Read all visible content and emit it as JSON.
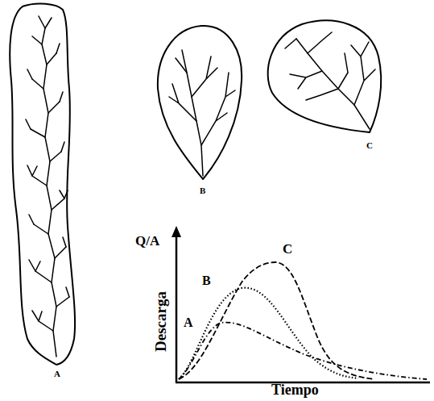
{
  "diagram": {
    "labels": [
      "B",
      "C",
      "A",
      "Q/A",
      "Descarga",
      "C",
      "B",
      "A",
      "Tiempo"
    ]
  }
}
